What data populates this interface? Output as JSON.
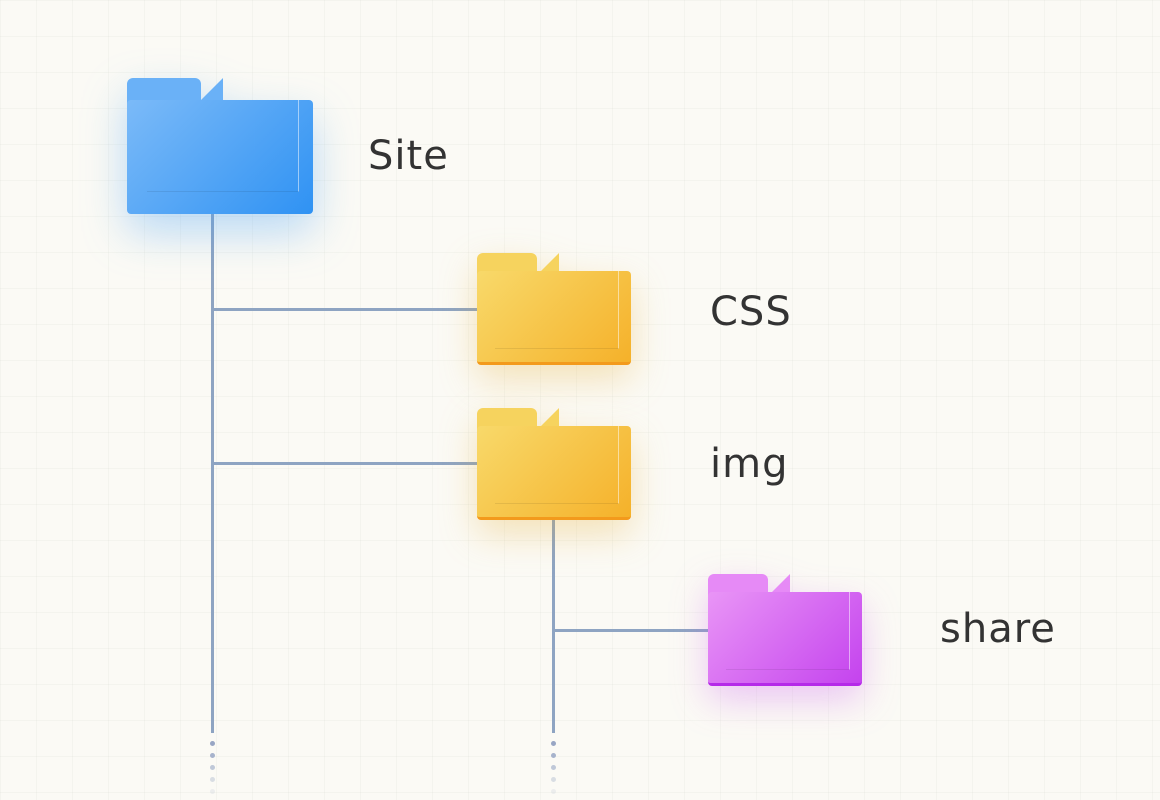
{
  "tree": {
    "root": {
      "name": "Site",
      "color": "#3d9cf5",
      "icon": "folder-icon"
    },
    "children": [
      {
        "name": "CSS",
        "color": "#f7c437",
        "icon": "folder-icon"
      },
      {
        "name": "img",
        "color": "#f7c437",
        "icon": "folder-icon",
        "children": [
          {
            "name": "share",
            "color": "#d45cf0",
            "icon": "folder-icon"
          }
        ]
      }
    ]
  },
  "connector_color": "#8ea4c2"
}
